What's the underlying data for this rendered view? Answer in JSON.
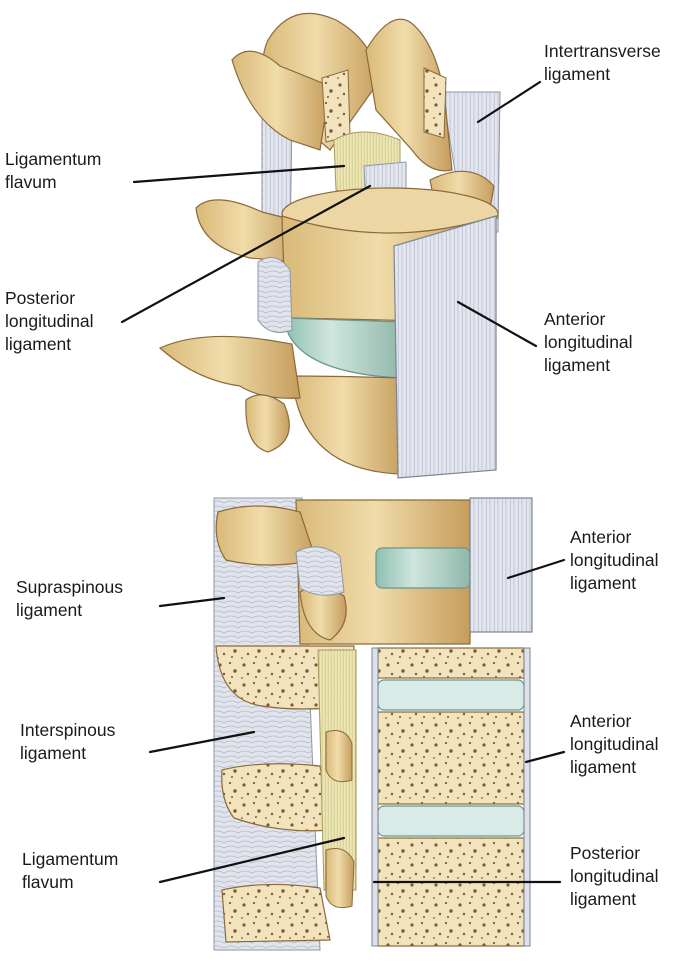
{
  "top_view": {
    "intertransverse": [
      "Intertransverse",
      "ligament"
    ],
    "ligamentum_flavum": [
      "Ligamentum",
      "flavum"
    ],
    "posterior_longitudinal": [
      "Posterior",
      "longitudinal",
      "ligament"
    ],
    "anterior_longitudinal": [
      "Anterior",
      "longitudinal",
      "ligament"
    ]
  },
  "bottom_view": {
    "anterior_longitudinal_upper": [
      "Anterior",
      "longitudinal",
      "ligament"
    ],
    "supraspinous": [
      "Supraspinous",
      "ligament"
    ],
    "interspinous": [
      "Interspinous",
      "ligament"
    ],
    "anterior_longitudinal_lower": [
      "Anterior",
      "longitudinal",
      "ligament"
    ],
    "ligamentum_flavum": [
      "Ligamentum",
      "flavum"
    ],
    "posterior_longitudinal": [
      "Posterior",
      "longitudinal",
      "ligament"
    ]
  },
  "colors": {
    "bone": "#e8cf9c",
    "bone_shadow": "#c9a56a",
    "cancellous": "#f3e6c2",
    "disc": "#bcd9cf",
    "ligament": "#dfe3ec",
    "flavum": "#ece6b0"
  }
}
